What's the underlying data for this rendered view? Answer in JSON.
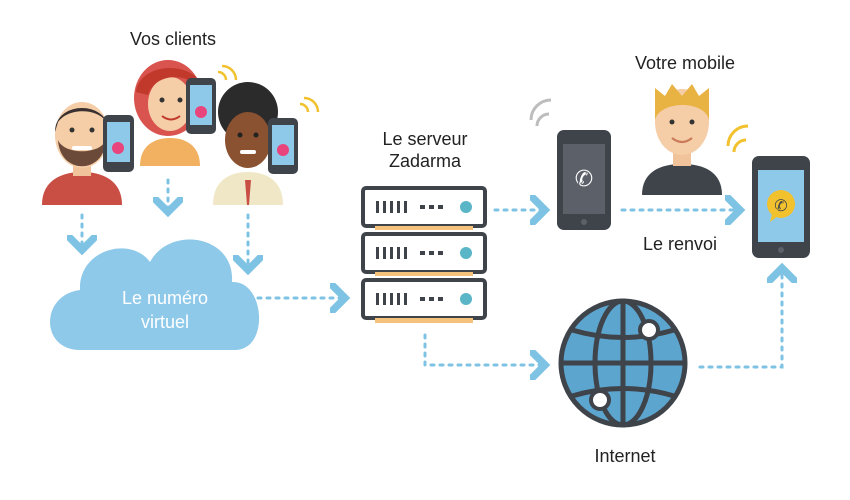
{
  "labels": {
    "clients": "Vos clients",
    "cloud_line1": "Le numéro",
    "cloud_line2": "virtuel",
    "server_line1": "Le serveur",
    "server_line2": "Zadarma",
    "mobile": "Votre mobile",
    "renvoi": "Le renvoi",
    "internet": "Internet"
  },
  "colors": {
    "arrow": "#7ec3e3",
    "cloud": "#8ec9ea",
    "server_frame": "#3f434a",
    "server_accent": "#f4c27a",
    "globe_fill": "#5ca5cf",
    "phone_body": "#3f434a",
    "call_icon_pink": "#e8457c",
    "chat_icon_yellow": "#f2c12e"
  },
  "icons": [
    "client-man-icon",
    "client-woman-icon",
    "client-dark-man-icon",
    "server-icon",
    "cloud-icon",
    "mobile-phone-icon",
    "person-icon",
    "smartphone-icon",
    "globe-icon"
  ]
}
